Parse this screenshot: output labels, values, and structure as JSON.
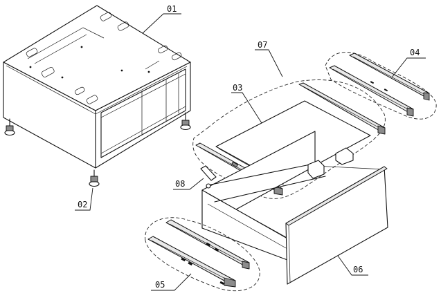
{
  "diagram": {
    "callouts": [
      {
        "id": "c01",
        "label": "01"
      },
      {
        "id": "c02",
        "label": "02"
      },
      {
        "id": "c03",
        "label": "03"
      },
      {
        "id": "c04",
        "label": "04"
      },
      {
        "id": "c05",
        "label": "05"
      },
      {
        "id": "c06",
        "label": "06"
      },
      {
        "id": "c07",
        "label": "07"
      },
      {
        "id": "c08",
        "label": "08"
      }
    ]
  }
}
